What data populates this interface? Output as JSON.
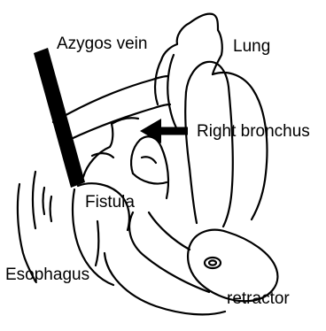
{
  "diagram": {
    "labels": {
      "azygos_vein": "Azygos vein",
      "lung": "Lung",
      "right_bronchus": "Right bronchus",
      "fistula": "Fistula",
      "esophagus": "Esophagus",
      "retractor": "retractor"
    },
    "colors": {
      "ink": "#000000",
      "background": "#ffffff"
    },
    "icons": {
      "pointer": "arrow-left-icon"
    }
  }
}
